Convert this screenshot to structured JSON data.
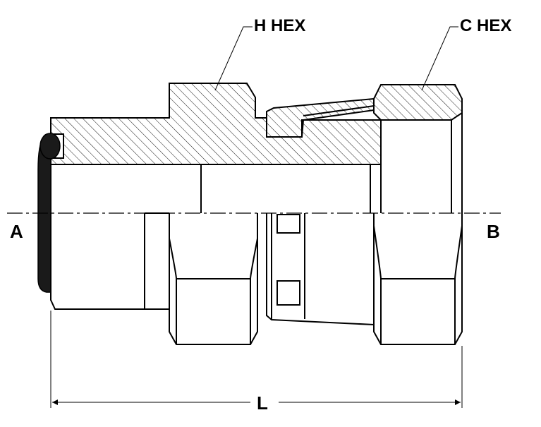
{
  "labels": {
    "h_hex": "H HEX",
    "c_hex": "C HEX",
    "end_a": "A",
    "end_b": "B",
    "length": "L"
  },
  "colors": {
    "line": "#000000",
    "background": "#ffffff",
    "o_ring": "#1a1a1a"
  },
  "icons": {
    "dimension_arrows": "arrowhead"
  }
}
